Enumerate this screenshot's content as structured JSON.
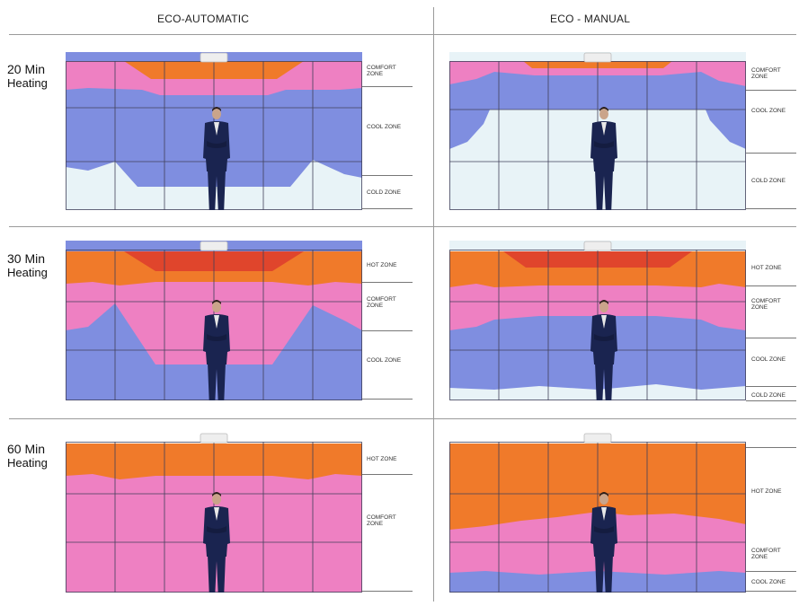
{
  "columns": [
    {
      "title": "ECO-AUTOMATIC"
    },
    {
      "title": "ECO - MANUAL"
    }
  ],
  "rows": [
    {
      "label_line1": "20 Min",
      "label_line2": "Heating"
    },
    {
      "label_line1": "30 Min",
      "label_line2": "Heating"
    },
    {
      "label_line1": "60 Min",
      "label_line2": "Heating"
    }
  ],
  "zone_labels": {
    "hot": "HOT ZONE",
    "comfort": "COMFORT\nZONE",
    "cool": "COOL ZONE",
    "cold": "COLD ZONE"
  },
  "colors": {
    "hot_dark": "#e0452c",
    "hot": "#f07a2a",
    "comfort": "#ee80c2",
    "cool": "#7f8ee0",
    "cold": "#e8f3f7",
    "grid": "#40405a",
    "person": "#1a2450",
    "heater": "#eeeeee"
  }
}
